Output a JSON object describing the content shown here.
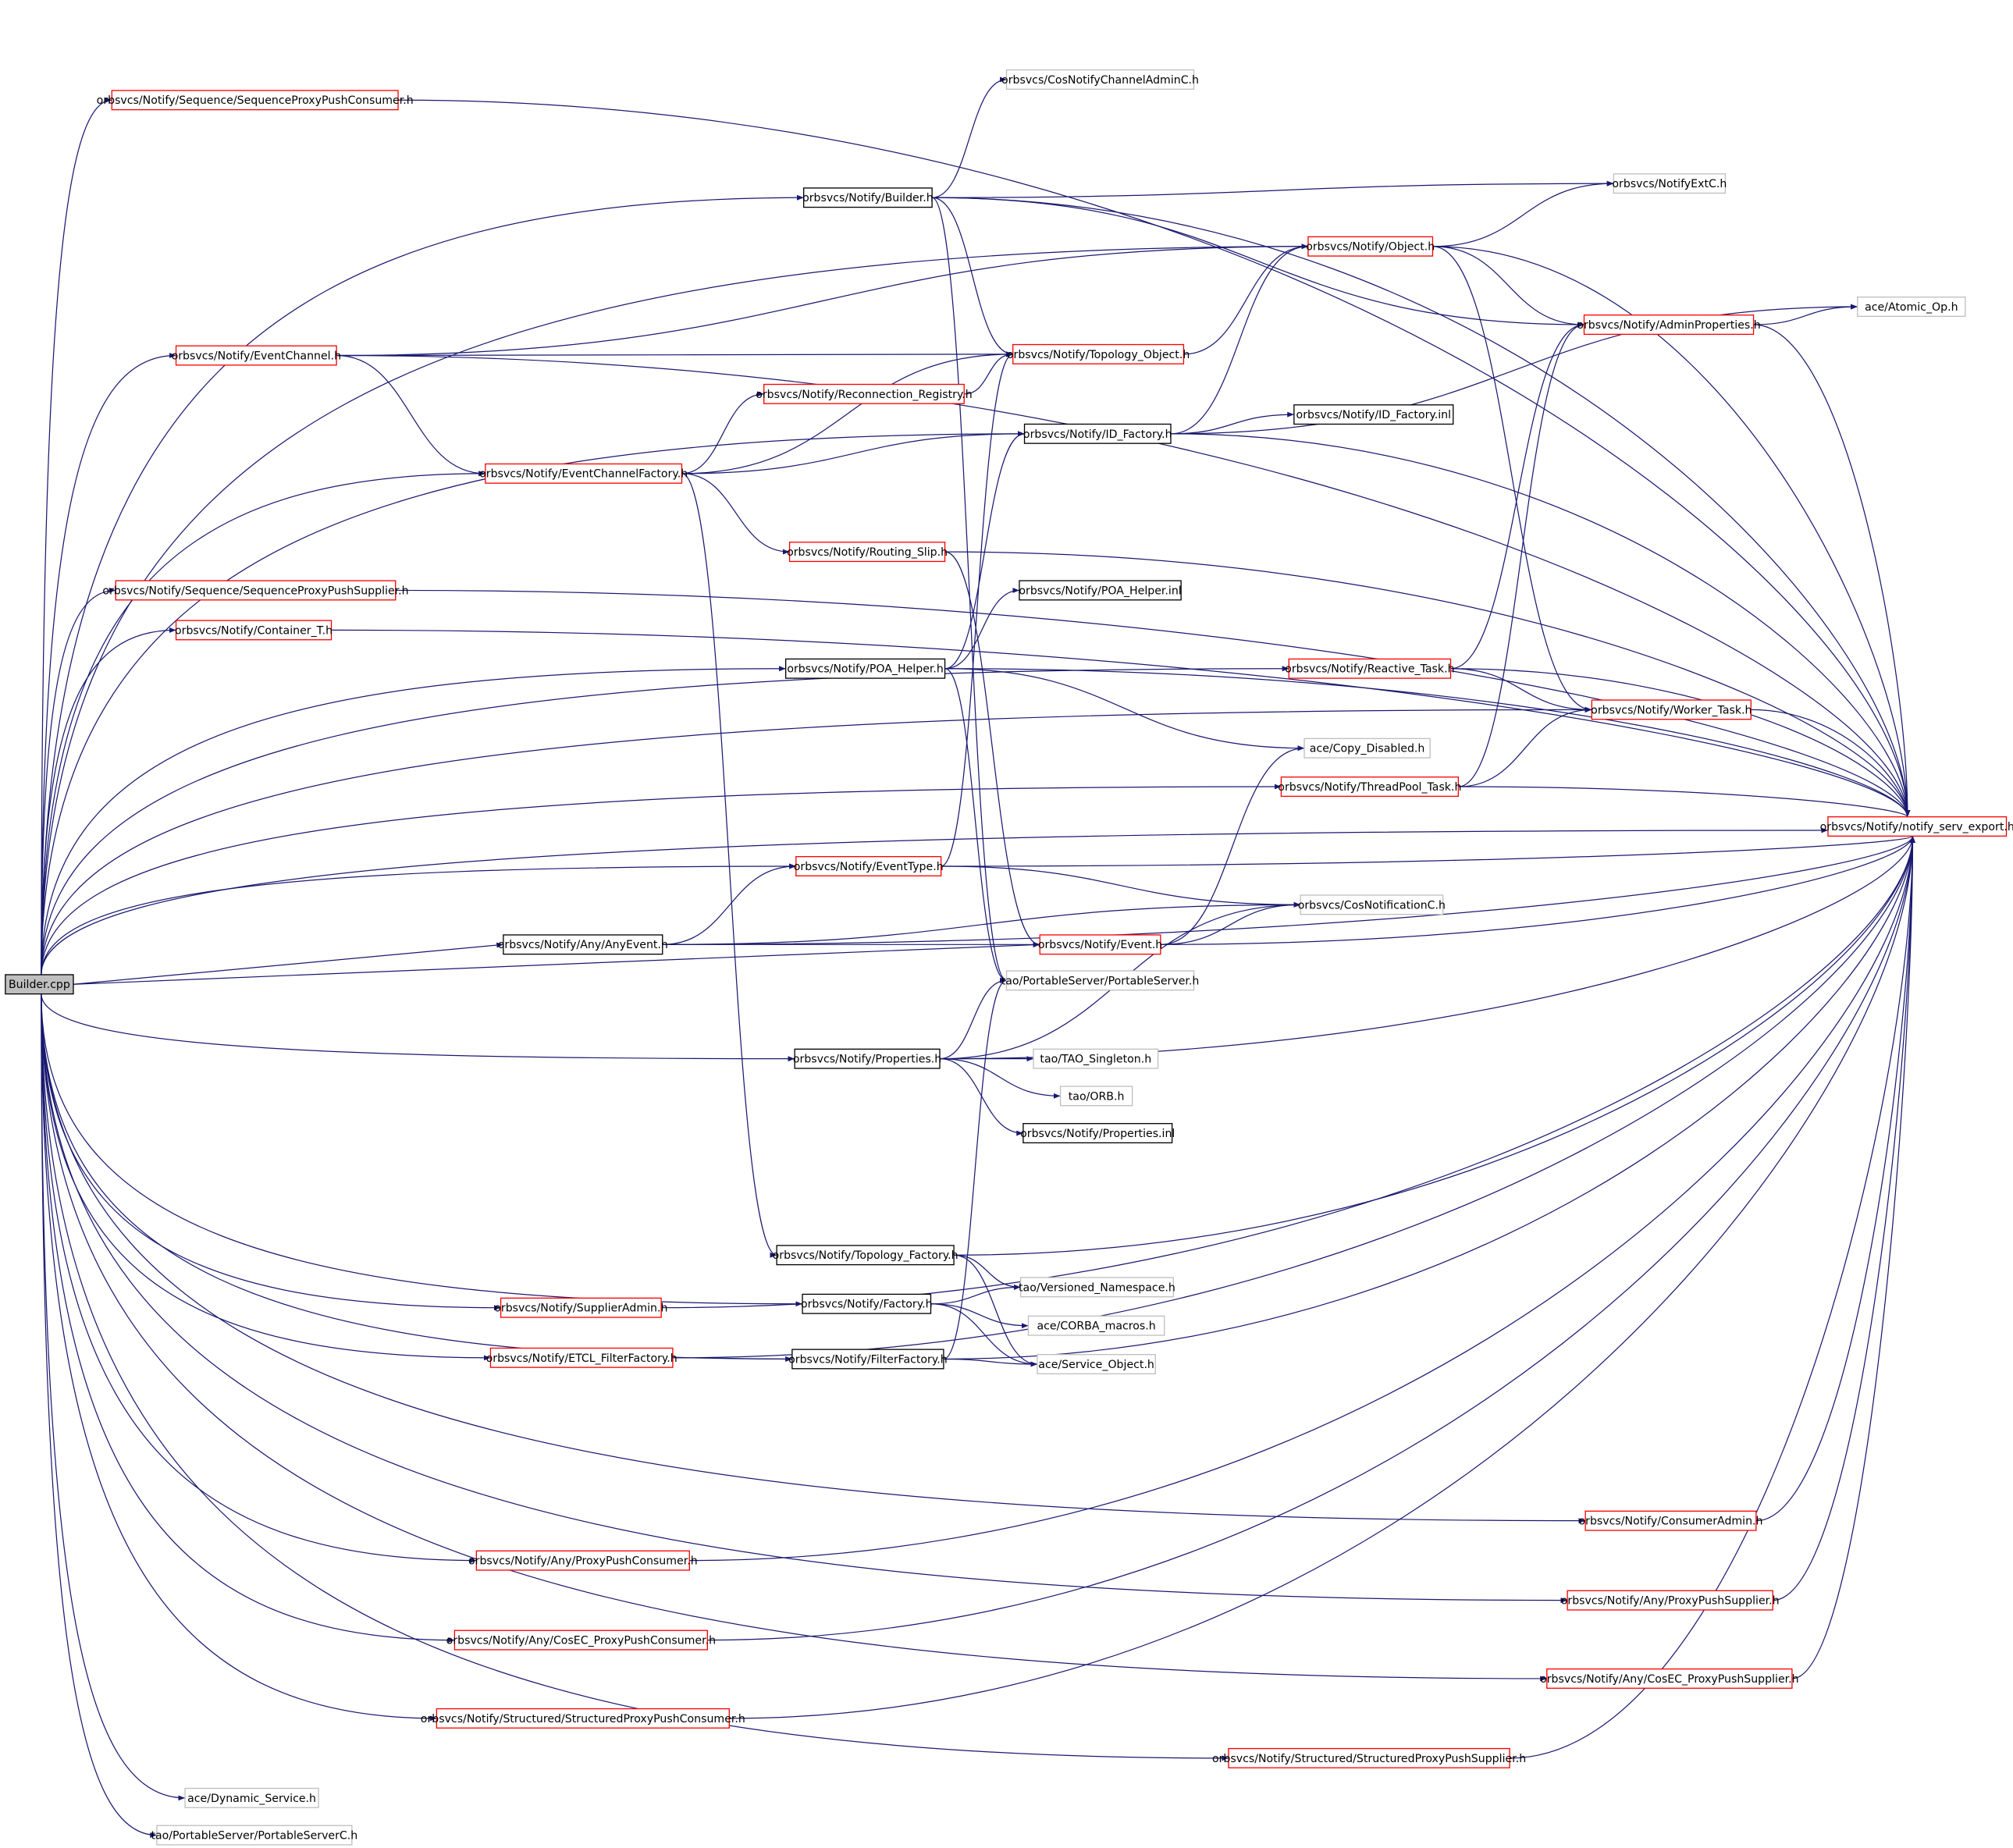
{
  "title": "Builder.cpp include dependency graph",
  "colors": {
    "edge": "#191970",
    "undocumented_border": "#ff0000",
    "documented_border": "#000000",
    "external_border": "#bfbfbf",
    "root_fill": "#bfbfbf"
  },
  "nodes": [
    {
      "id": "root",
      "label": "Builder.cpp",
      "kind": "root"
    },
    {
      "id": "seqppc",
      "label": "orbsvcs/Notify/Sequence/SequenceProxyPushConsumer.h",
      "kind": "red"
    },
    {
      "id": "cnca",
      "label": "orbsvcs/CosNotifyChannelAdminC.h",
      "kind": "gray"
    },
    {
      "id": "builderh",
      "label": "orbsvcs/Notify/Builder.h",
      "kind": "black"
    },
    {
      "id": "notifyext",
      "label": "orbsvcs/NotifyExtC.h",
      "kind": "gray"
    },
    {
      "id": "object",
      "label": "orbsvcs/Notify/Object.h",
      "kind": "red"
    },
    {
      "id": "atomic",
      "label": "ace/Atomic_Op.h",
      "kind": "gray"
    },
    {
      "id": "adminprops",
      "label": "orbsvcs/Notify/AdminProperties.h",
      "kind": "red"
    },
    {
      "id": "eventchannel",
      "label": "orbsvcs/Notify/EventChannel.h",
      "kind": "red"
    },
    {
      "id": "topoobj",
      "label": "orbsvcs/Notify/Topology_Object.h",
      "kind": "red"
    },
    {
      "id": "reconn",
      "label": "orbsvcs/Notify/Reconnection_Registry.h",
      "kind": "red"
    },
    {
      "id": "idfactory",
      "label": "orbsvcs/Notify/ID_Factory.h",
      "kind": "black"
    },
    {
      "id": "idfactoryinl",
      "label": "orbsvcs/Notify/ID_Factory.inl",
      "kind": "black"
    },
    {
      "id": "ecfactory",
      "label": "orbsvcs/Notify/EventChannelFactory.h",
      "kind": "red"
    },
    {
      "id": "routing",
      "label": "orbsvcs/Notify/Routing_Slip.h",
      "kind": "red"
    },
    {
      "id": "seqpps",
      "label": "orbsvcs/Notify/Sequence/SequenceProxyPushSupplier.h",
      "kind": "red"
    },
    {
      "id": "poainl",
      "label": "orbsvcs/Notify/POA_Helper.inl",
      "kind": "black"
    },
    {
      "id": "container",
      "label": "orbsvcs/Notify/Container_T.h",
      "kind": "red"
    },
    {
      "id": "poahelper",
      "label": "orbsvcs/Notify/POA_Helper.h",
      "kind": "black"
    },
    {
      "id": "reactive",
      "label": "orbsvcs/Notify/Reactive_Task.h",
      "kind": "red"
    },
    {
      "id": "worker",
      "label": "orbsvcs/Notify/Worker_Task.h",
      "kind": "red"
    },
    {
      "id": "copydis",
      "label": "ace/Copy_Disabled.h",
      "kind": "gray"
    },
    {
      "id": "threadpool",
      "label": "orbsvcs/Notify/ThreadPool_Task.h",
      "kind": "red"
    },
    {
      "id": "export",
      "label": "orbsvcs/Notify/notify_serv_export.h",
      "kind": "red"
    },
    {
      "id": "eventtype",
      "label": "orbsvcs/Notify/EventType.h",
      "kind": "red"
    },
    {
      "id": "cosnotif",
      "label": "orbsvcs/CosNotificationC.h",
      "kind": "gray"
    },
    {
      "id": "anyevent",
      "label": "orbsvcs/Notify/Any/AnyEvent.h",
      "kind": "black"
    },
    {
      "id": "event",
      "label": "orbsvcs/Notify/Event.h",
      "kind": "red"
    },
    {
      "id": "portserver",
      "label": "tao/PortableServer/PortableServer.h",
      "kind": "gray"
    },
    {
      "id": "properties",
      "label": "orbsvcs/Notify/Properties.h",
      "kind": "black"
    },
    {
      "id": "singleton",
      "label": "tao/TAO_Singleton.h",
      "kind": "gray"
    },
    {
      "id": "orb",
      "label": "tao/ORB.h",
      "kind": "gray"
    },
    {
      "id": "propinl",
      "label": "orbsvcs/Notify/Properties.inl",
      "kind": "black"
    },
    {
      "id": "topofactory",
      "label": "orbsvcs/Notify/Topology_Factory.h",
      "kind": "black"
    },
    {
      "id": "versioned",
      "label": "tao/Versioned_Namespace.h",
      "kind": "gray"
    },
    {
      "id": "factory",
      "label": "orbsvcs/Notify/Factory.h",
      "kind": "black"
    },
    {
      "id": "supadmin",
      "label": "orbsvcs/Notify/SupplierAdmin.h",
      "kind": "red"
    },
    {
      "id": "corbamacros",
      "label": "ace/CORBA_macros.h",
      "kind": "gray"
    },
    {
      "id": "etcl",
      "label": "orbsvcs/Notify/ETCL_FilterFactory.h",
      "kind": "red"
    },
    {
      "id": "filterfactory",
      "label": "orbsvcs/Notify/FilterFactory.h",
      "kind": "black"
    },
    {
      "id": "serviceobj",
      "label": "ace/Service_Object.h",
      "kind": "gray"
    },
    {
      "id": "conadmin",
      "label": "orbsvcs/Notify/ConsumerAdmin.h",
      "kind": "red"
    },
    {
      "id": "anyppc",
      "label": "orbsvcs/Notify/Any/ProxyPushConsumer.h",
      "kind": "red"
    },
    {
      "id": "anypps",
      "label": "orbsvcs/Notify/Any/ProxyPushSupplier.h",
      "kind": "red"
    },
    {
      "id": "cosecppc",
      "label": "orbsvcs/Notify/Any/CosEC_ProxyPushConsumer.h",
      "kind": "red"
    },
    {
      "id": "cosecpps",
      "label": "orbsvcs/Notify/Any/CosEC_ProxyPushSupplier.h",
      "kind": "red"
    },
    {
      "id": "strppc",
      "label": "orbsvcs/Notify/Structured/StructuredProxyPushConsumer.h",
      "kind": "red"
    },
    {
      "id": "strpps",
      "label": "orbsvcs/Notify/Structured/StructuredProxyPushSupplier.h",
      "kind": "red"
    },
    {
      "id": "dynservice",
      "label": "ace/Dynamic_Service.h",
      "kind": "gray"
    },
    {
      "id": "psc",
      "label": "tao/PortableServer/PortableServerC.h",
      "kind": "gray"
    }
  ],
  "edges": [
    [
      "root",
      "seqppc"
    ],
    [
      "root",
      "builderh"
    ],
    [
      "root",
      "object"
    ],
    [
      "root",
      "eventchannel"
    ],
    [
      "root",
      "ecfactory"
    ],
    [
      "root",
      "idfactory"
    ],
    [
      "root",
      "seqpps"
    ],
    [
      "root",
      "container"
    ],
    [
      "root",
      "poahelper"
    ],
    [
      "root",
      "reactive"
    ],
    [
      "root",
      "worker"
    ],
    [
      "root",
      "threadpool"
    ],
    [
      "root",
      "eventtype"
    ],
    [
      "root",
      "anyevent"
    ],
    [
      "root",
      "event"
    ],
    [
      "root",
      "properties"
    ],
    [
      "root",
      "factory"
    ],
    [
      "root",
      "filterfactory"
    ],
    [
      "root",
      "supadmin"
    ],
    [
      "root",
      "etcl"
    ],
    [
      "root",
      "conadmin"
    ],
    [
      "root",
      "anyppc"
    ],
    [
      "root",
      "anypps"
    ],
    [
      "root",
      "cosecppc"
    ],
    [
      "root",
      "cosecpps"
    ],
    [
      "root",
      "strppc"
    ],
    [
      "root",
      "strpps"
    ],
    [
      "root",
      "dynservice"
    ],
    [
      "root",
      "psc"
    ],
    [
      "root",
      "export"
    ],
    [
      "seqppc",
      "export"
    ],
    [
      "builderh",
      "cnca"
    ],
    [
      "builderh",
      "notifyext"
    ],
    [
      "builderh",
      "adminprops"
    ],
    [
      "builderh",
      "topoobj"
    ],
    [
      "builderh",
      "portserver"
    ],
    [
      "builderh",
      "export"
    ],
    [
      "object",
      "notifyext"
    ],
    [
      "object",
      "adminprops"
    ],
    [
      "object",
      "worker"
    ],
    [
      "object",
      "export"
    ],
    [
      "adminprops",
      "atomic"
    ],
    [
      "adminprops",
      "export"
    ],
    [
      "eventchannel",
      "object"
    ],
    [
      "eventchannel",
      "topoobj"
    ],
    [
      "eventchannel",
      "ecfactory"
    ],
    [
      "eventchannel",
      "export"
    ],
    [
      "topoobj",
      "object"
    ],
    [
      "reconn",
      "topoobj"
    ],
    [
      "ecfactory",
      "reconn"
    ],
    [
      "ecfactory",
      "topoobj"
    ],
    [
      "ecfactory",
      "routing"
    ],
    [
      "ecfactory",
      "idfactory"
    ],
    [
      "ecfactory",
      "topofactory"
    ],
    [
      "idfactory",
      "object"
    ],
    [
      "idfactory",
      "atomic"
    ],
    [
      "idfactory",
      "idfactoryinl"
    ],
    [
      "idfactory",
      "export"
    ],
    [
      "routing",
      "event"
    ],
    [
      "routing",
      "export"
    ],
    [
      "seqpps",
      "export"
    ],
    [
      "container",
      "export"
    ],
    [
      "poahelper",
      "idfactory"
    ],
    [
      "poahelper",
      "poainl"
    ],
    [
      "poahelper",
      "copydis"
    ],
    [
      "poahelper",
      "portserver"
    ],
    [
      "poahelper",
      "export"
    ],
    [
      "reactive",
      "adminprops"
    ],
    [
      "reactive",
      "worker"
    ],
    [
      "reactive",
      "export"
    ],
    [
      "worker",
      "export"
    ],
    [
      "threadpool",
      "adminprops"
    ],
    [
      "threadpool",
      "worker"
    ],
    [
      "threadpool",
      "export"
    ],
    [
      "eventtype",
      "topoobj"
    ],
    [
      "eventtype",
      "cosnotif"
    ],
    [
      "eventtype",
      "export"
    ],
    [
      "anyevent",
      "eventtype"
    ],
    [
      "anyevent",
      "cosnotif"
    ],
    [
      "anyevent",
      "event"
    ],
    [
      "anyevent",
      "export"
    ],
    [
      "event",
      "copydis"
    ],
    [
      "event",
      "cosnotif"
    ],
    [
      "event",
      "export"
    ],
    [
      "properties",
      "portserver"
    ],
    [
      "properties",
      "cosnotif"
    ],
    [
      "properties",
      "singleton"
    ],
    [
      "properties",
      "orb"
    ],
    [
      "properties",
      "propinl"
    ],
    [
      "properties",
      "export"
    ],
    [
      "topofactory",
      "versioned"
    ],
    [
      "topofactory",
      "serviceobj"
    ],
    [
      "topofactory",
      "export"
    ],
    [
      "factory",
      "versioned"
    ],
    [
      "factory",
      "corbamacros"
    ],
    [
      "factory",
      "serviceobj"
    ],
    [
      "supadmin",
      "export"
    ],
    [
      "etcl",
      "filterfactory"
    ],
    [
      "etcl",
      "export"
    ],
    [
      "filterfactory",
      "portserver"
    ],
    [
      "filterfactory",
      "serviceobj"
    ],
    [
      "filterfactory",
      "export"
    ],
    [
      "conadmin",
      "export"
    ],
    [
      "anyppc",
      "export"
    ],
    [
      "anypps",
      "export"
    ],
    [
      "cosecppc",
      "export"
    ],
    [
      "cosecpps",
      "export"
    ],
    [
      "strppc",
      "export"
    ],
    [
      "strpps",
      "export"
    ]
  ]
}
